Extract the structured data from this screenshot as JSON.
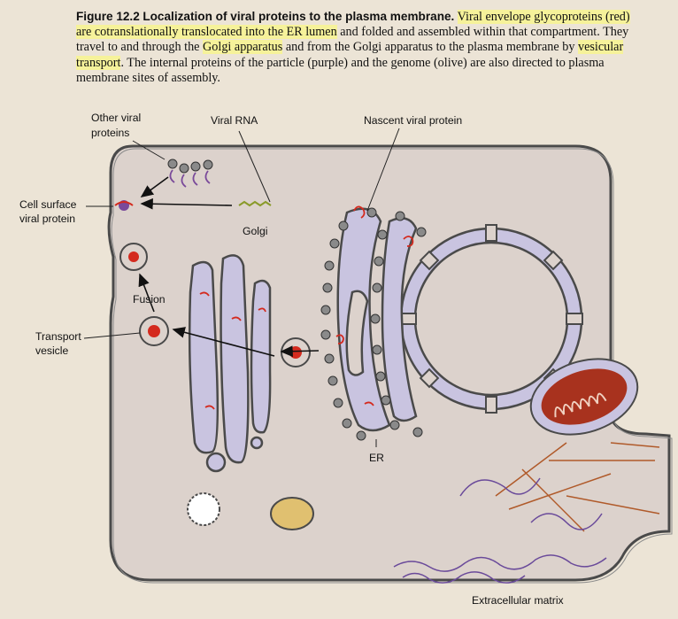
{
  "caption": {
    "figure_number": "Figure 12.2",
    "title": "Localization of viral proteins to the plasma membrane.",
    "text_hl1": "Viral envelope glycoproteins (red) are cotranslationally translocated into the ER lumen",
    "text_1": " and folded and assembled within that compartment. They travel to and through the ",
    "text_hl2": "Golgi apparatus",
    "text_2": " and from the Golgi apparatus to the plasma membrane by ",
    "text_hl3": "vesicular transport",
    "text_3": ". The internal proteins of the particle (purple) and the genome (olive) are also directed to plasma membrane sites of assembly."
  },
  "labels": {
    "other_viral_proteins_1": "Other viral",
    "other_viral_proteins_2": "proteins",
    "viral_rna": "Viral RNA",
    "nascent_viral_protein": "Nascent viral protein",
    "cell_surface_1": "Cell surface",
    "cell_surface_2": "viral protein",
    "golgi": "Golgi",
    "fusion": "Fusion",
    "transport_vesicle_1": "Transport",
    "transport_vesicle_2": "vesicle",
    "er": "ER",
    "extracellular_matrix": "Extracellular matrix"
  },
  "colors": {
    "cell_fill": "#dcd2cc",
    "membrane": "#4a4a4a",
    "organelle_fill": "#c9c4e0",
    "glycoprotein": "#d42a1e",
    "internal_protein": "#7a4a9a",
    "genome": "#8a9a2a",
    "mitochondrion": "#a8321e",
    "vesicle_yellow": "#e0c070",
    "matrix_fibers_brown": "#b05a2a",
    "matrix_fibers_purple": "#6a4a9a"
  }
}
